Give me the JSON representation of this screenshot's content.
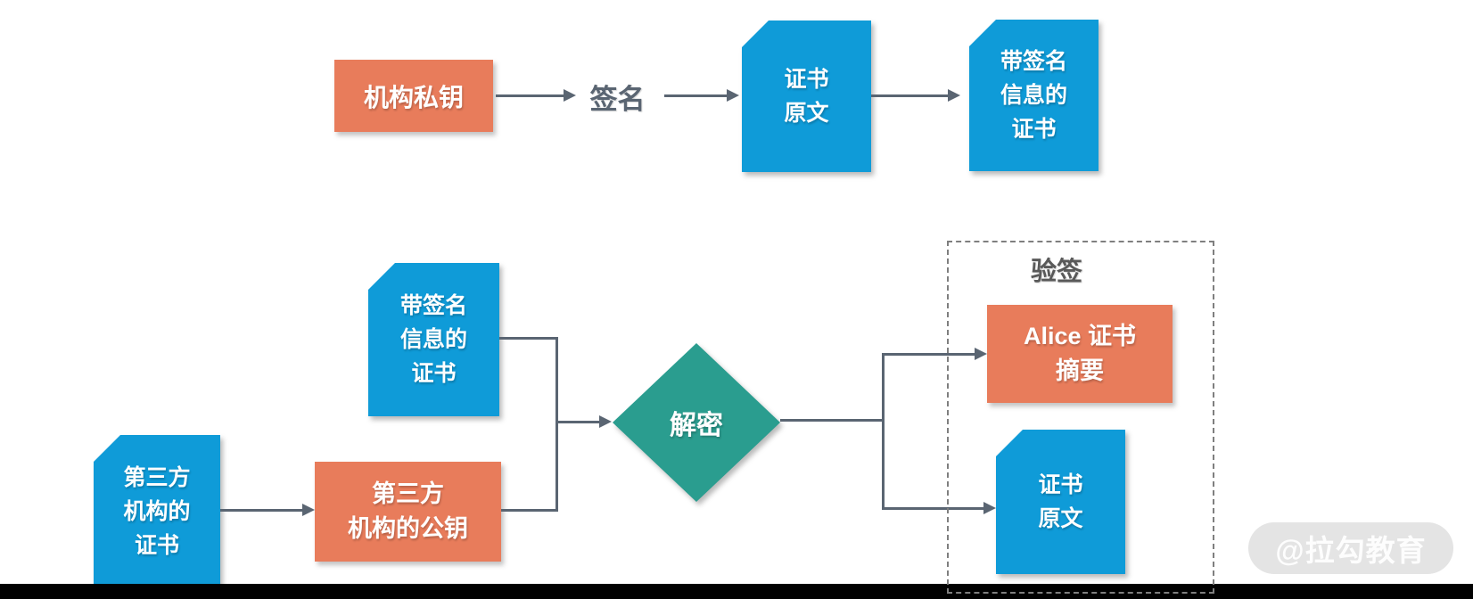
{
  "diagram": {
    "top_flow": {
      "org_private_key": "机构私钥",
      "sign_arrow_label": "签名",
      "cert_original": "证书\n原文",
      "cert_with_signature": "带签名\n信息的\n证书"
    },
    "verify_flow": {
      "third_party_cert": "第三方\n机构的\n证书",
      "third_party_public_key": "第三方\n机构的公钥",
      "cert_with_signature": "带签名\n信息的\n证书",
      "decrypt_label": "解密",
      "verify_box_title": "验签",
      "alice_cert_digest": "Alice 证书\n摘要",
      "cert_original": "证书\n原文"
    },
    "watermark": "@拉勾教育"
  },
  "colors": {
    "doc_blue": "#0F9BD8",
    "key_orange": "#E87C5B",
    "decrypt_teal": "#2A9D8F",
    "connector_gray": "#5A6572",
    "label_gray": "#595959",
    "dashed_border": "#7F7F7F",
    "footer_black": "#010101",
    "watermark_bg": "#E4E4E4"
  }
}
